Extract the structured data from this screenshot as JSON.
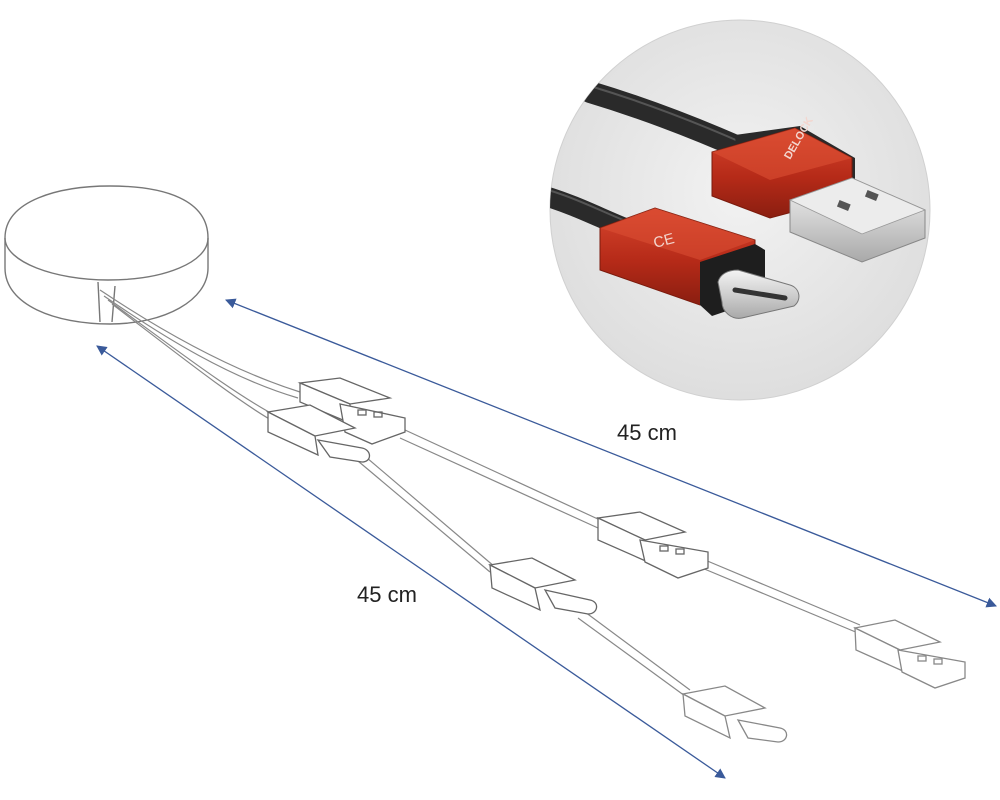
{
  "measurements": {
    "upper_cable_length": "45 cm",
    "lower_cable_length": "45 cm"
  },
  "product_detail": {
    "brand_logo_text": "DELOCK",
    "certification_mark": "CE",
    "connectors": [
      "USB Type-A",
      "USB Type-C"
    ]
  },
  "colors": {
    "connector_housing": "#c0321e",
    "cable": "#2a2a2a",
    "dimension_arrow": "#3a5a9a",
    "line_art": "#777777",
    "detail_background": "#e6e6e6"
  }
}
